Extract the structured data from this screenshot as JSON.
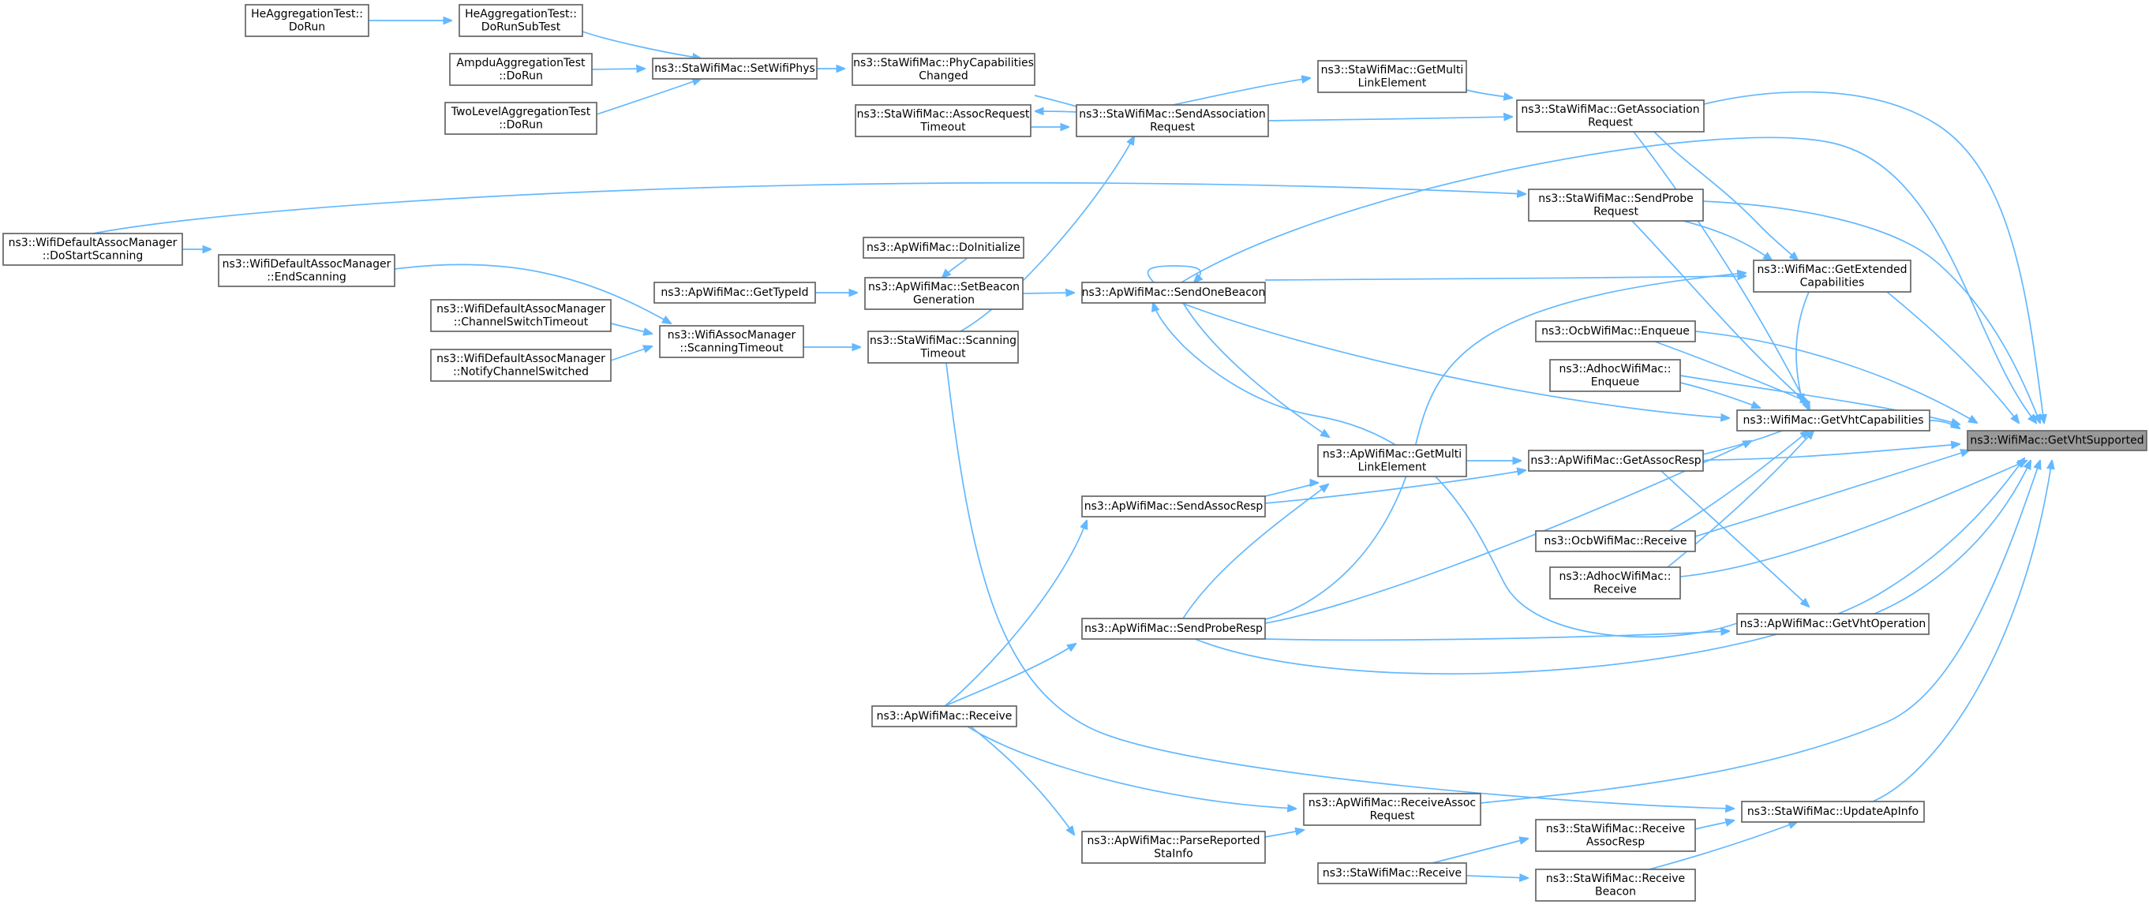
{
  "graph_title": "",
  "nodes": {
    "n0": [
      "ns3::WifiMac::GetVhtSupported"
    ],
    "n1": [
      "ns3::ApWifiMac::GetAssocResp"
    ],
    "n2": [
      "ns3::ApWifiMac::GetMulti",
      "LinkElement"
    ],
    "n3": [
      "ns3::ApWifiMac::SendAssocResp"
    ],
    "n4": [
      "ns3::ApWifiMac::Receive"
    ],
    "n5": [
      "ns3::ApWifiMac::SendOneBeacon"
    ],
    "n6": [
      "ns3::ApWifiMac::SetBeacon",
      "Generation"
    ],
    "n7": [
      "ns3::ApWifiMac::DoInitialize"
    ],
    "n8": [
      "ns3::ApWifiMac::GetTypeId"
    ],
    "n9": [
      "ns3::ApWifiMac::SendProbeResp"
    ],
    "n10": [
      "ns3::ApWifiMac::ReceiveAssoc",
      "Request"
    ],
    "n11": [
      "ns3::ApWifiMac::ParseReported",
      "StaInfo"
    ],
    "n12": [
      "ns3::StaWifiMac::GetAssociation",
      "Request"
    ],
    "n13": [
      "ns3::StaWifiMac::GetMulti",
      "LinkElement"
    ],
    "n14": [
      "ns3::StaWifiMac::SendAssociation",
      "Request"
    ],
    "n15": [
      "ns3::StaWifiMac::AssocRequest",
      "Timeout"
    ],
    "n16": [
      "ns3::StaWifiMac::PhyCapabilities",
      "Changed"
    ],
    "n17": [
      "ns3::StaWifiMac::SetWifiPhys"
    ],
    "n18": [
      "HeAggregationTest::",
      "DoRunSubTest"
    ],
    "n19": [
      "HeAggregationTest::",
      "DoRun"
    ],
    "n20": [
      "AmpduAggregationTest",
      "::DoRun"
    ],
    "n21": [
      "TwoLevelAggregationTest",
      "::DoRun"
    ],
    "n22": [
      "ns3::StaWifiMac::Scanning",
      "Timeout"
    ],
    "n23": [
      "ns3::WifiAssocManager",
      "::ScanningTimeout"
    ],
    "n24": [
      "ns3::WifiDefaultAssocManager",
      "::ChannelSwitchTimeout"
    ],
    "n25": [
      "ns3::WifiDefaultAssocManager",
      "::EndScanning"
    ],
    "n26": [
      "ns3::WifiDefaultAssocManager",
      "::DoStartScanning"
    ],
    "n27": [
      "ns3::WifiDefaultAssocManager",
      "::NotifyChannelSwitched"
    ],
    "n28": [
      "ns3::StaWifiMac::SendProbe",
      "Request"
    ],
    "n29": [
      "ns3::ApWifiMac::GetVhtOperation"
    ],
    "n30": [
      "ns3::StaWifiMac::UpdateApInfo"
    ],
    "n31": [
      "ns3::StaWifiMac::Receive"
    ],
    "n32": [
      "ns3::StaWifiMac::Receive",
      "AssocResp"
    ],
    "n33": [
      "ns3::StaWifiMac::Receive",
      "Beacon"
    ],
    "n34": [
      "ns3::WifiMac::GetExtended",
      "Capabilities"
    ],
    "n35": [
      "ns3::WifiMac::GetVhtCapabilities"
    ],
    "n36": [
      "ns3::OcbWifiMac::Enqueue"
    ],
    "n37": [
      "ns3::AdhocWifiMac::",
      "Enqueue"
    ],
    "n38": [
      "ns3::OcbWifiMac::Receive"
    ],
    "n39": [
      "ns3::AdhocWifiMac::",
      "Receive"
    ]
  },
  "colors": {
    "edge": "#63b8ff",
    "node_border": "#666666",
    "node_fill": "#ffffff",
    "focus_fill": "#999999"
  }
}
